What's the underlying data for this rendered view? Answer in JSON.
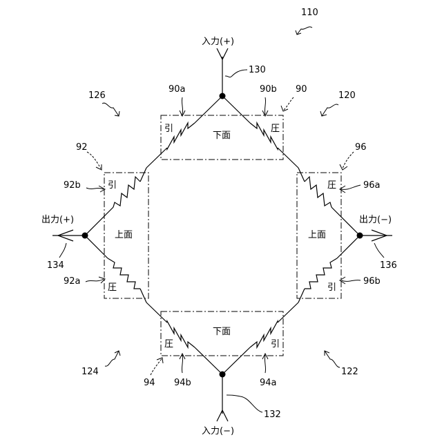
{
  "refs": {
    "r110": "110",
    "r120": "120",
    "r122": "122",
    "r124": "124",
    "r126": "126",
    "r130": "130",
    "r132": "132",
    "r134": "134",
    "r136": "136",
    "r90": "90",
    "r90a": "90a",
    "r90b": "90b",
    "r92": "92",
    "r92a": "92a",
    "r92b": "92b",
    "r94": "94",
    "r94a": "94a",
    "r94b": "94b",
    "r96": "96",
    "r96a": "96a",
    "r96b": "96b"
  },
  "terminals": {
    "input_plus": "入力(+)",
    "input_minus": "入力(−)",
    "output_plus": "出力(+)",
    "output_minus": "出力(−)"
  },
  "faces": {
    "lower": "下面",
    "upper": "上面"
  },
  "stress": {
    "tension": "引",
    "compression": "圧"
  }
}
